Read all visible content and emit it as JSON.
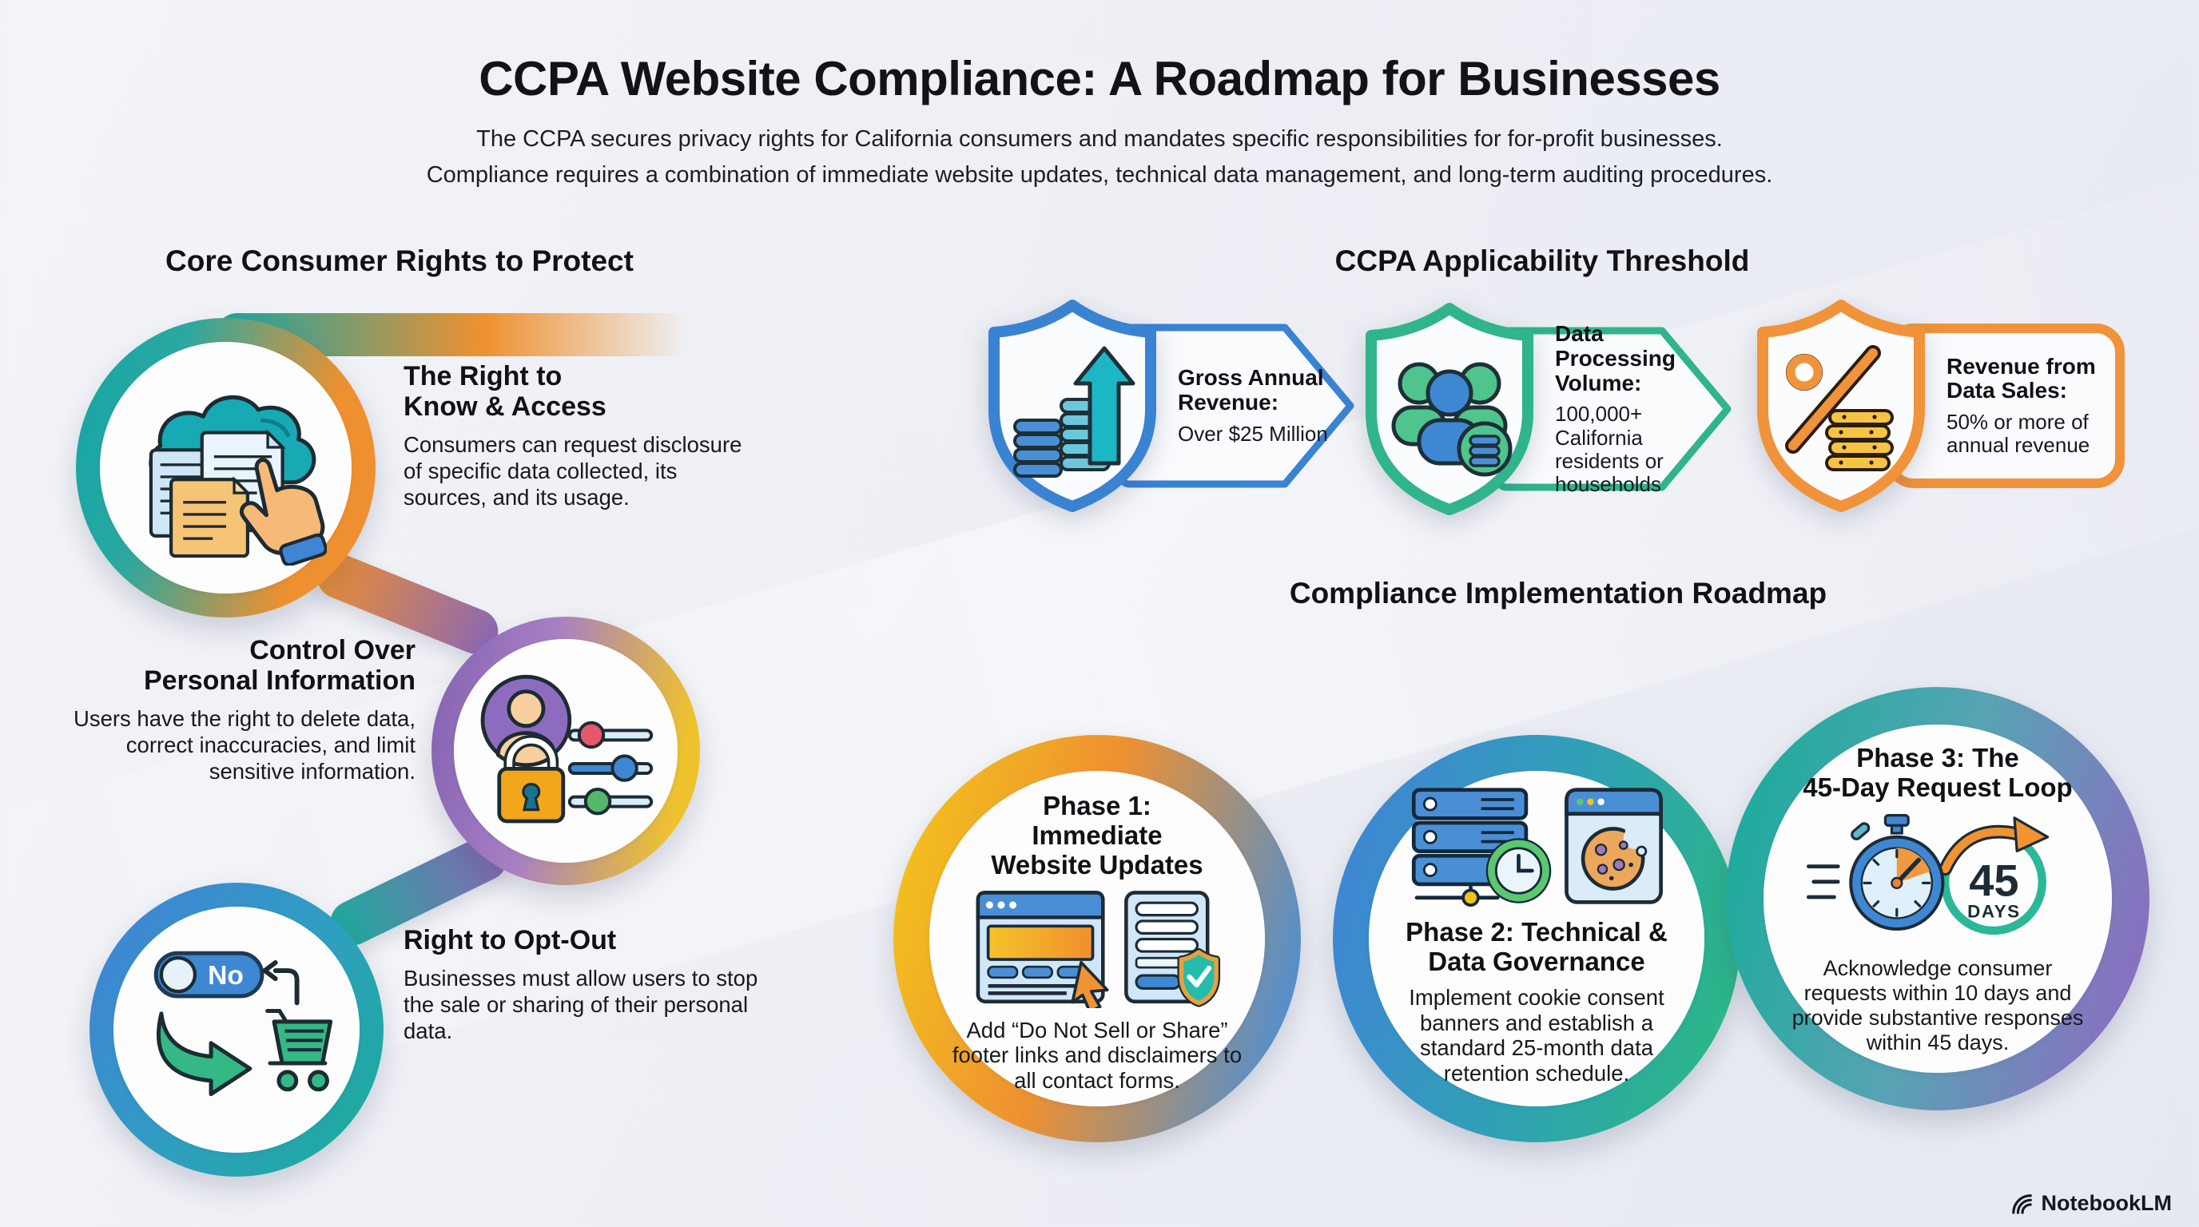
{
  "page": {
    "title": "CCPA Website Compliance: A Roadmap for Businesses",
    "subtitle_line1": "The CCPA secures privacy rights for California consumers and mandates specific responsibilities for for-profit businesses.",
    "subtitle_line2": "Compliance requires a combination of immediate website updates, technical data management, and long-term auditing procedures."
  },
  "rights": {
    "heading": "Core Consumer Rights to Protect",
    "items": [
      {
        "title": "The Right to\nKnow & Access",
        "body": "Consumers can request disclosure of specific data collected, its sources, and its usage.",
        "icon": "cloud-documents-hand-icon"
      },
      {
        "title": "Control Over\nPersonal Information",
        "body": "Users have the right to delete data, correct inaccuracies, and limit sensitive information.",
        "icon": "user-lock-sliders-icon"
      },
      {
        "title": "Right to Opt-Out",
        "body": "Businesses must allow users to stop the sale or sharing of their personal data.",
        "icon": "toggle-arrow-cart-icon",
        "toggle_label": "No"
      }
    ]
  },
  "threshold": {
    "heading": "CCPA Applicability Threshold",
    "items": [
      {
        "label": "Gross Annual Revenue:",
        "value": "Over $25 Million",
        "icon": "coins-up-arrow-shield-icon",
        "color": "#3a82d2"
      },
      {
        "label": "Data Processing Volume:",
        "value": "100,000+ California residents or households",
        "icon": "people-data-shield-icon",
        "color": "#2fb48c"
      },
      {
        "label": "Revenue from Data Sales:",
        "value": "50% or more of annual revenue",
        "icon": "percent-coins-shield-icon",
        "color": "#f0933a"
      }
    ]
  },
  "roadmap": {
    "heading": "Compliance Implementation Roadmap",
    "phases": [
      {
        "title": "Phase 1:\nImmediate\nWebsite Updates",
        "body": "Add “Do Not Sell or Share” footer links and disclaimers to all contact forms.",
        "icon": "browser-form-shield-icon"
      },
      {
        "title": "Phase 2: Technical &\nData Governance",
        "body": "Implement cookie consent banners and establish a standard 25-month data retention schedule.",
        "icon": "server-clock-cookie-icon"
      },
      {
        "title": "Phase 3: The\n45-Day Request Loop",
        "body": "Acknowledge consumer requests within 10 days and provide substantive responses within 45 days.",
        "icon": "stopwatch-loop-icon",
        "badge_number": "45",
        "badge_unit": "DAYS"
      }
    ]
  },
  "footer": {
    "brand": "NotebookLM"
  },
  "colors": {
    "teal": "#1aa8a2",
    "blue": "#3e86d3",
    "orange": "#ef9030",
    "purple": "#8a67b5",
    "yellow": "#eec22d",
    "green": "#37b77f",
    "background": "#edeff5",
    "text": "#15181c"
  }
}
